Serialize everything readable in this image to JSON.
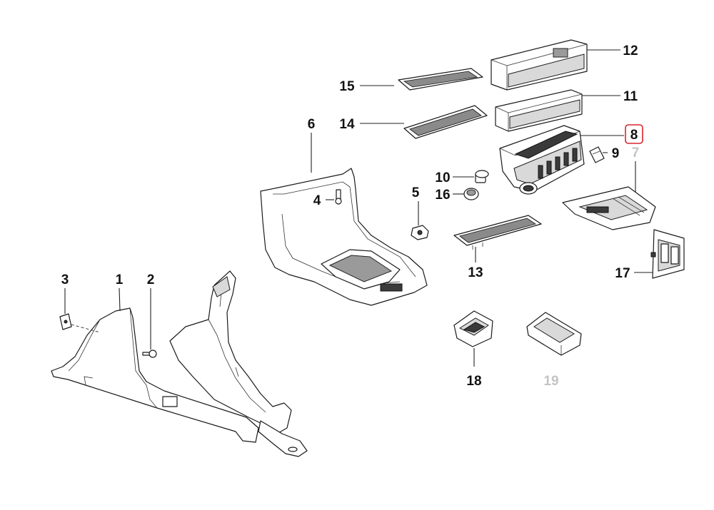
{
  "diagram": {
    "highlighted_part": "8",
    "callouts": [
      {
        "id": "p1",
        "label": "1",
        "state": "normal"
      },
      {
        "id": "p2",
        "label": "2",
        "state": "normal"
      },
      {
        "id": "p3",
        "label": "3",
        "state": "normal"
      },
      {
        "id": "p4",
        "label": "4",
        "state": "normal"
      },
      {
        "id": "p5",
        "label": "5",
        "state": "normal"
      },
      {
        "id": "p6",
        "label": "6",
        "state": "normal"
      },
      {
        "id": "p7",
        "label": "7",
        "state": "dimmed"
      },
      {
        "id": "p8",
        "label": "8",
        "state": "selected"
      },
      {
        "id": "p9",
        "label": "9",
        "state": "normal"
      },
      {
        "id": "p10",
        "label": "10",
        "state": "normal"
      },
      {
        "id": "p11",
        "label": "11",
        "state": "normal"
      },
      {
        "id": "p12",
        "label": "12",
        "state": "normal"
      },
      {
        "id": "p13",
        "label": "13",
        "state": "normal"
      },
      {
        "id": "p14",
        "label": "14",
        "state": "normal"
      },
      {
        "id": "p15",
        "label": "15",
        "state": "normal"
      },
      {
        "id": "p16",
        "label": "16",
        "state": "normal"
      },
      {
        "id": "p17",
        "label": "17",
        "state": "normal"
      },
      {
        "id": "p18",
        "label": "18",
        "state": "normal"
      },
      {
        "id": "p19",
        "label": "19",
        "state": "dimmed"
      }
    ],
    "colors": {
      "line": "#1a1a1a",
      "selected_outline": "#d7262b",
      "dimmed_label": "#c4c4c4"
    }
  }
}
